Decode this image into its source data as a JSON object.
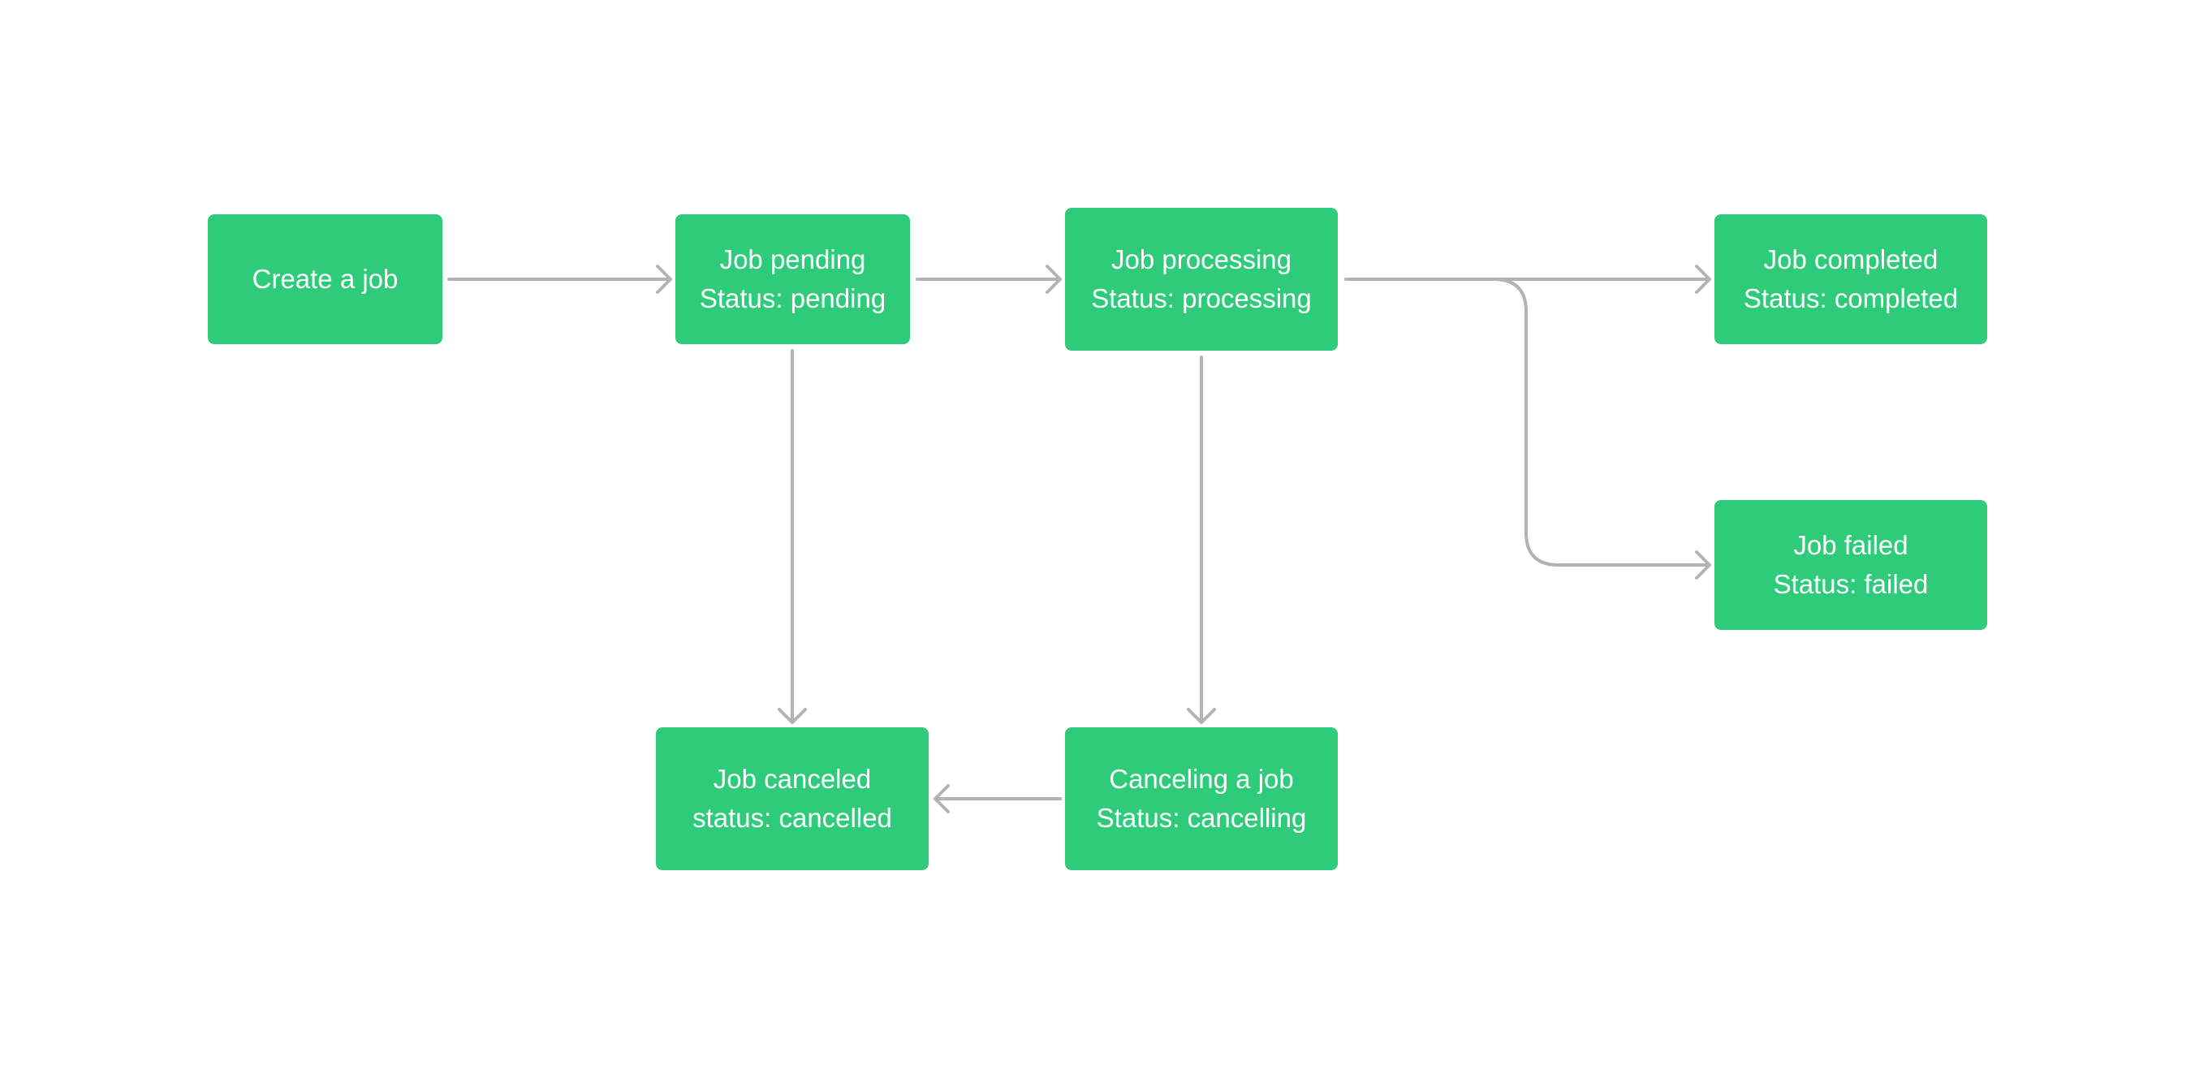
{
  "colors": {
    "node_fill": "#2ecc7a",
    "node_text": "#ffffff",
    "edge": "#b3b3b3",
    "background": "#ffffff"
  },
  "nodes": {
    "create": {
      "line1": "Create a job",
      "line2": ""
    },
    "pending": {
      "line1": "Job pending",
      "line2": "Status: pending"
    },
    "processing": {
      "line1": "Job processing",
      "line2": "Status: processing"
    },
    "completed": {
      "line1": "Job completed",
      "line2": "Status: completed"
    },
    "failed": {
      "line1": "Job failed",
      "line2": "Status: failed"
    },
    "canceled": {
      "line1": "Job canceled",
      "line2": "status: cancelled"
    },
    "canceling": {
      "line1": "Canceling a job",
      "line2": "Status: cancelling"
    }
  },
  "edges": [
    {
      "from": "create",
      "to": "pending"
    },
    {
      "from": "pending",
      "to": "processing"
    },
    {
      "from": "processing",
      "to": "completed"
    },
    {
      "from": "processing",
      "to": "failed"
    },
    {
      "from": "pending",
      "to": "canceled"
    },
    {
      "from": "processing",
      "to": "canceling"
    },
    {
      "from": "canceling",
      "to": "canceled"
    }
  ]
}
